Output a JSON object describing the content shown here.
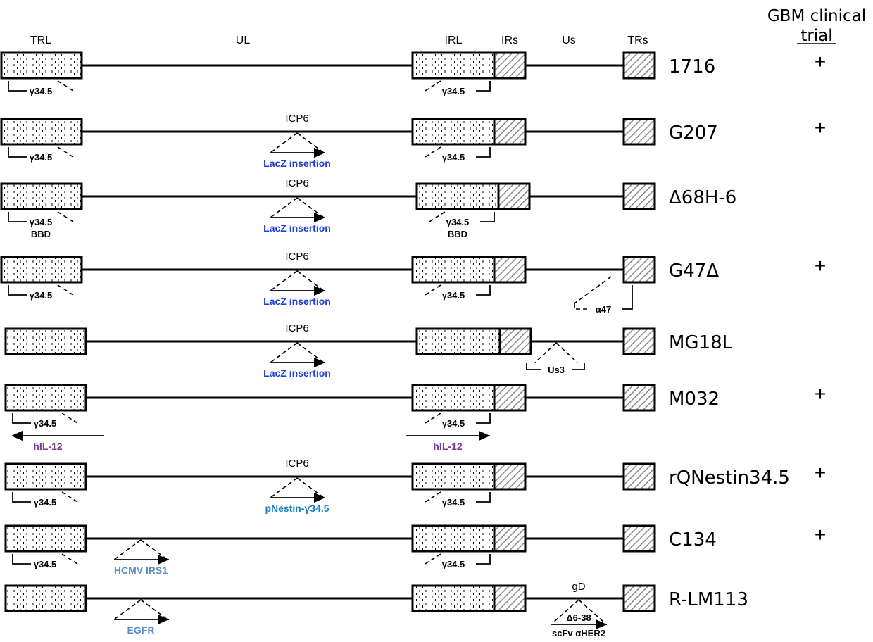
{
  "header": {
    "trl": "TRL",
    "ul": "UL",
    "irl": "IRL",
    "irs": "IRs",
    "us": "Us",
    "trs": "TRs",
    "gbm_line1": "GBM clinical",
    "gbm_line2": "trial"
  },
  "viruses": [
    {
      "name": "1716",
      "plus": "+",
      "insert_top": "",
      "insert_label": "",
      "insert_color": "#1f3fd6",
      "left_label": "γ34.5",
      "right_label": "γ34.5"
    },
    {
      "name": "G207",
      "plus": "+",
      "insert_top": "ICP6",
      "insert_label": "LacZ insertion",
      "insert_color": "#1f3fd6",
      "left_label": "γ34.5",
      "right_label": "γ34.5"
    },
    {
      "name": "Δ68H-6",
      "plus": "",
      "insert_top": "ICP6",
      "insert_label": "LacZ insertion",
      "insert_color": "#1f3fd6",
      "left_label": "γ34.5",
      "left_sub": "BBD",
      "right_label": "γ34.5",
      "right_sub": "BBD"
    },
    {
      "name": "G47Δ",
      "plus": "+",
      "insert_top": "ICP6",
      "insert_label": "LacZ insertion",
      "insert_color": "#1f3fd6",
      "left_label": "γ34.5",
      "right_label": "γ34.5",
      "us_label": "α47"
    },
    {
      "name": "MG18L",
      "plus": "",
      "insert_top": "ICP6",
      "insert_label": "LacZ insertion",
      "insert_color": "#1f3fd6",
      "us_label": "Us3"
    },
    {
      "name": "M032",
      "plus": "+",
      "left_label": "γ34.5",
      "right_label": "γ34.5",
      "left_ins": "hIL-12",
      "right_ins": "hIL-12",
      "ins_color": "#7a3a93"
    },
    {
      "name": "rQNestin34.5",
      "plus": "+",
      "insert_top": "ICP6",
      "insert_label": "pNestin-γ34.5",
      "insert_color": "#1a7fc1",
      "left_label": "γ34.5",
      "right_label": "γ34.5"
    },
    {
      "name": "C134",
      "plus": "+",
      "insert_label": "HCMV IRS1",
      "insert_color": "#5b8ec4",
      "left_label": "γ34.5",
      "right_label": "γ34.5"
    },
    {
      "name": "R-LM113",
      "plus": "",
      "insert_label": "EGFR",
      "insert_color": "#5b8ec4",
      "gd_top": "gD",
      "gd_mid": "Δ6-38",
      "gd_bot": "scFv αHER2"
    }
  ]
}
